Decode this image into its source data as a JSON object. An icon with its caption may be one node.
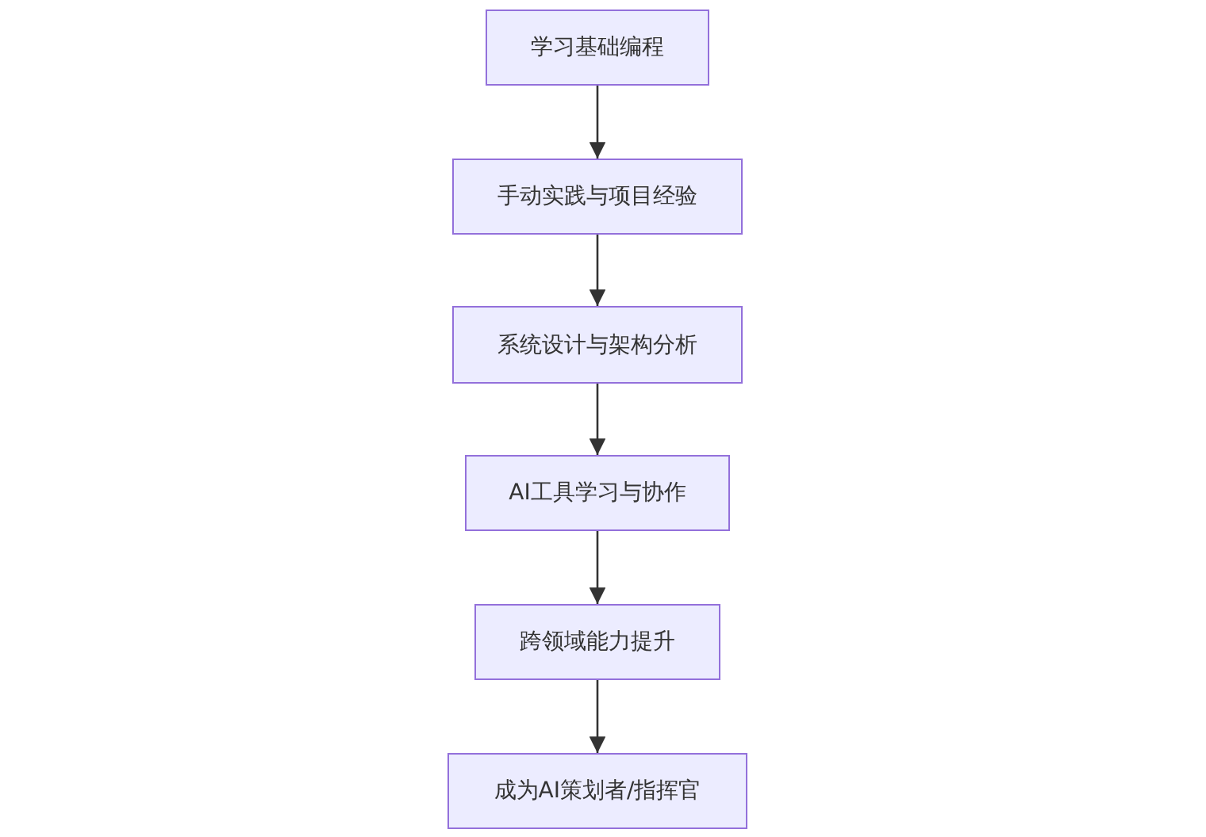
{
  "diagram": {
    "nodes": [
      {
        "text": [
          "学习基础编程"
        ]
      },
      {
        "text": [
          "手动实践与项目经验"
        ]
      },
      {
        "text": [
          "系统设计与架构分析"
        ]
      },
      {
        "text": [
          "AI工具学习与协作"
        ]
      },
      {
        "text": [
          "跨领域能力提升"
        ]
      },
      {
        "text": [
          "成为AI策划者/指挥官"
        ]
      }
    ],
    "edges": [
      {
        "from": 0,
        "to": 1,
        "arrow": "to"
      },
      {
        "from": 1,
        "to": 2,
        "arrow": "to"
      },
      {
        "from": 2,
        "to": 3,
        "arrow": "to"
      },
      {
        "from": 3,
        "to": 4,
        "arrow": "to"
      },
      {
        "from": 4,
        "to": 5,
        "arrow": "to"
      }
    ]
  }
}
